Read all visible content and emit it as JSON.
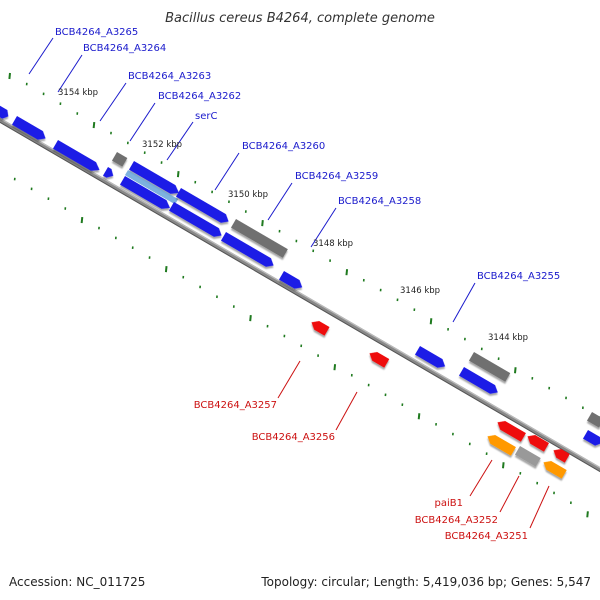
{
  "title": "Bacillus cereus B4264, complete genome",
  "footer": {
    "accession": "Accession: NC_011725",
    "summary": "Topology: circular; Length: 5,419,036 bp; Genes: 5,547"
  },
  "colors": {
    "forward_gene": "#1a1ae6",
    "reverse_gene": "#ee1111",
    "rna_gene": "#ff9900",
    "other_feature": "#707070",
    "backbone": "#888888",
    "tick": "#1f7a1f",
    "label_blue": "#1a1acc",
    "label_red": "#cc1111"
  },
  "scale_labels": [
    "3154 kbp",
    "3152 kbp",
    "3150 kbp",
    "3148 kbp",
    "3146 kbp",
    "3144 kbp"
  ],
  "gene_labels_forward": [
    "BCB4264_A3265",
    "BCB4264_A3264",
    "BCB4264_A3263",
    "BCB4264_A3262",
    "serC",
    "BCB4264_A3260",
    "BCB4264_A3259",
    "BCB4264_A3258",
    "BCB4264_A3255"
  ],
  "gene_labels_reverse": [
    "BCB4264_A3257",
    "BCB4264_A3256",
    "paiB1",
    "BCB4264_A3252",
    "BCB4264_A3251"
  ]
}
